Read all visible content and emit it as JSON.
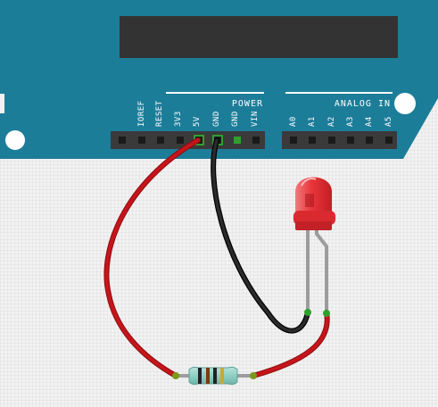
{
  "board": {
    "power_header": {
      "group_label": "POWER",
      "pins": [
        "IOREF",
        "RESET",
        "3V3",
        "5V",
        "GND",
        "GND",
        "VIN"
      ]
    },
    "analog_header": {
      "group_label": "ANALOG IN",
      "pins": [
        "A0",
        "A1",
        "A2",
        "A3",
        "A4",
        "A5"
      ]
    }
  },
  "colors": {
    "board": "#1c7d99",
    "chip": "#333333",
    "wire_5v": "#c5151b",
    "wire_gnd": "#1e1e1e",
    "led_body": "#e8353a",
    "led_leg": "#9c9c9c",
    "connection_point": "#2ea02e"
  },
  "components": {
    "led": "red-led",
    "resistor": "resistor"
  }
}
